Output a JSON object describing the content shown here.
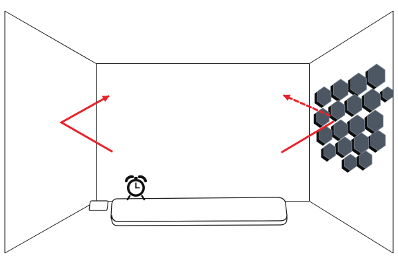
{
  "scene": {
    "description_items": [
      "room",
      "bed",
      "alarm-clock",
      "acoustic-panels",
      "sound-arrows"
    ],
    "colors": {
      "background": "#ffffff",
      "line": "#1a1a1a",
      "arrow": "#e8222b",
      "panel_face": "#4d5663",
      "panel_shadow": "#0e0e0e",
      "panel_stroke": "#7b8592",
      "bed_fill": "#ffffff"
    },
    "icons": [
      "alarm-clock-icon",
      "phone-icon",
      "acoustic-panel-icon"
    ]
  }
}
